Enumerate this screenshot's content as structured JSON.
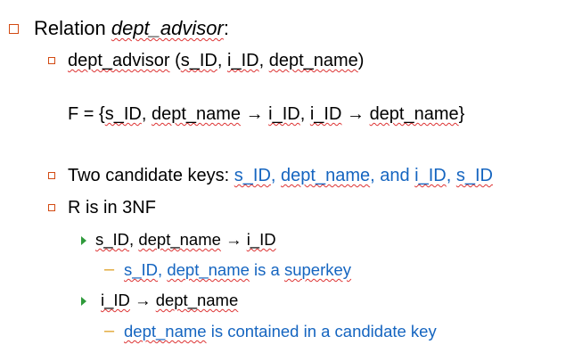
{
  "slide": {
    "l1": {
      "prefix": "Relation ",
      "name": "dept_advisor",
      "suffix": ":"
    },
    "l2": {
      "s1": "dept_advisor",
      "s2": " (",
      "s3": "s_ID",
      "s4": ", ",
      "s5": "i_ID",
      "s6": ", ",
      "s7": "dept_name",
      "s8": ")"
    },
    "l3": {
      "s1": "F = {",
      "s2": "s_ID",
      "s3": ", ",
      "s4": "dept_name",
      "s5": " → ",
      "s6": "i_ID",
      "s7": ",  ",
      "s8": "i_ID",
      "s9": " → ",
      "s10": "dept_name",
      "s11": "}"
    },
    "l4": {
      "s1": "Two candidate keys:  ",
      "s2": "s_ID",
      "s3": ", ",
      "s4": "dept_name",
      "s5": ", and  ",
      "s6": "i_ID",
      "s7": ", ",
      "s8": "s_ID"
    },
    "l5": {
      "text": "R is in 3NF"
    },
    "l6": {
      "s1": "s_ID",
      "s2": ", ",
      "s3": "dept_name",
      "s4": " → ",
      "s5": "i_ID"
    },
    "l7": {
      "dash": "–",
      "s1": "s_ID",
      "s2": ", ",
      "s3": "dept_name",
      "s4": " is a ",
      "s5": "superkey"
    },
    "l8": {
      "s1": "i_ID",
      "s2": " → ",
      "s3": "dept_name"
    },
    "l9": {
      "dash": "–",
      "s1": "dept_name",
      "s2": " is contained in a candidate key"
    }
  },
  "colors": {
    "bullet_outline": "#d24a12",
    "triangle": "#2f9a3b",
    "dash": "#e0a531",
    "emphasis_text": "#1565c0",
    "spell_underline": "#d33"
  }
}
